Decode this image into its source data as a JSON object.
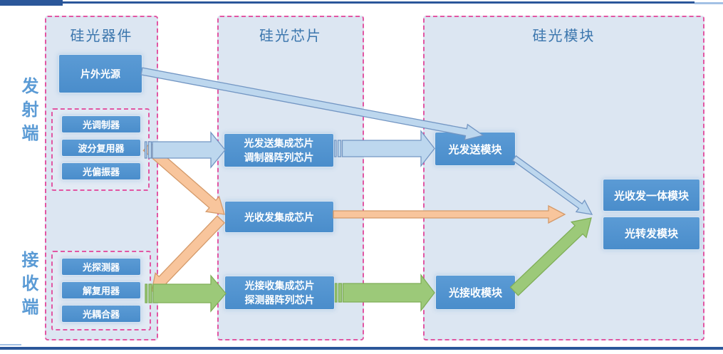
{
  "columns": {
    "devices": {
      "title": "硅光器件"
    },
    "chips": {
      "title": "硅光芯片"
    },
    "modules": {
      "title": "硅光模块"
    }
  },
  "side_labels": {
    "transmit": "发射端",
    "receive": "接收端"
  },
  "device_boxes": {
    "off_chip_light_source": "片外光源",
    "tx_group": [
      "光调制器",
      "波分复用器",
      "光偏振器"
    ],
    "rx_group": [
      "光探测器",
      "解复用器",
      "光耦合器"
    ]
  },
  "chip_boxes": {
    "tx_chip_line1": "光发送集成芯片",
    "tx_chip_line2": "调制器阵列芯片",
    "transceiver_chip": "光收发集成芯片",
    "rx_chip_line1": "光接收集成芯片",
    "rx_chip_line2": "探测器阵列芯片"
  },
  "module_boxes": {
    "tx_module": "光发送模块",
    "rx_module": "光接收模块",
    "transceiver_module": "光收发一体模块",
    "transponder_module": "光转发模块"
  },
  "colors": {
    "accent_rule": "#2b579a",
    "column_fill": "#dce6f2",
    "column_border": "#e256a3",
    "box_blue": "#4f93d0",
    "arrow_blue": "#bdd7ee",
    "arrow_orange": "#f8c59c",
    "arrow_green": "#9cc979"
  }
}
